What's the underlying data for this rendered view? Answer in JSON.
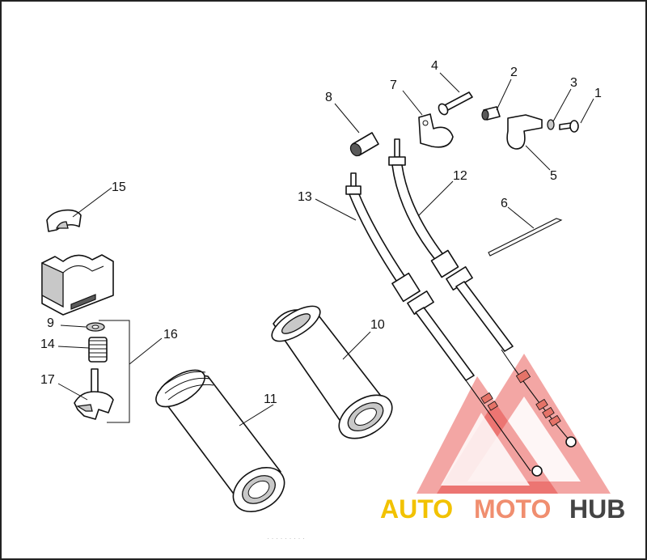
{
  "callouts": [
    {
      "id": "1",
      "text": "1"
    },
    {
      "id": "2",
      "text": "2"
    },
    {
      "id": "3",
      "text": "3"
    },
    {
      "id": "4",
      "text": "4"
    },
    {
      "id": "5",
      "text": "5"
    },
    {
      "id": "6",
      "text": "6"
    },
    {
      "id": "7",
      "text": "7"
    },
    {
      "id": "8",
      "text": "8"
    },
    {
      "id": "9",
      "text": "9"
    },
    {
      "id": "10",
      "text": "10"
    },
    {
      "id": "11",
      "text": "11"
    },
    {
      "id": "12",
      "text": "12"
    },
    {
      "id": "13",
      "text": "13"
    },
    {
      "id": "14",
      "text": "14"
    },
    {
      "id": "15",
      "text": "15"
    },
    {
      "id": "16",
      "text": "16"
    },
    {
      "id": "17",
      "text": "17"
    }
  ],
  "watermark": {
    "part1": "AUTO",
    "part2": "MOTO",
    "part3": "HUB",
    "colors": {
      "auto": "#f2c200",
      "moto": "#f08e6f",
      "hub": "#444444",
      "triangle": "#e53935"
    }
  },
  "footer_text": "· · · ·  · ·  · · ·"
}
